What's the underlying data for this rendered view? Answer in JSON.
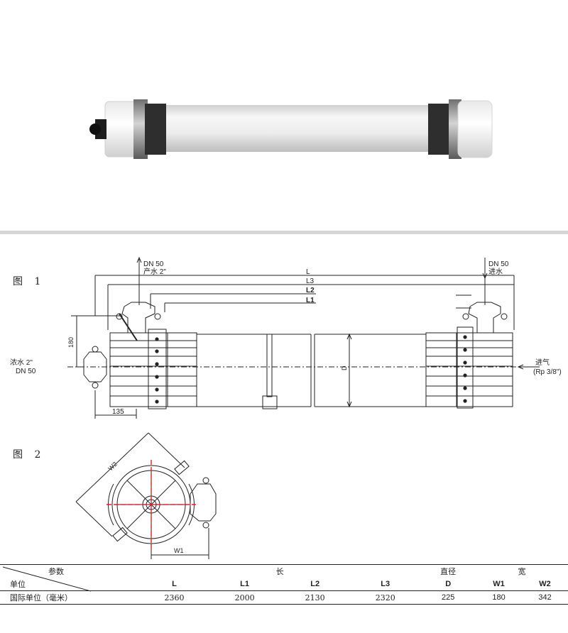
{
  "figures": {
    "fig1": "图 1",
    "fig2": "图 2"
  },
  "fig1": {
    "permeate_line1": "DN 50",
    "permeate_line2": "产水  2\"",
    "feed_line1": "DN 50",
    "feed_line2": "进水",
    "concentrate_line1": "浓水  2\"",
    "concentrate_line2": "DN 50",
    "air_line1": "进气",
    "air_line2": "(Rp 3/8\")",
    "dim_L": "L",
    "dim_L3": "L3",
    "dim_L2": "L2",
    "dim_L1": "L1",
    "dim_180": "180",
    "dim_135": "135",
    "dim_D": "D"
  },
  "fig2": {
    "dim_W2": "W2",
    "dim_W1": "W1"
  },
  "table": {
    "header_param": "参数",
    "header_unit": "单位",
    "group_length": "长",
    "group_diameter": "直径",
    "group_width": "宽",
    "columns": [
      "L",
      "L1",
      "L2",
      "L3",
      "D",
      "W1",
      "W2"
    ],
    "row_label": "国际单位（毫米）",
    "values": [
      "2360",
      "2000",
      "2130",
      "2320",
      "225",
      "180",
      "342"
    ]
  },
  "colors": {
    "tube": "#eeeeee",
    "clamp": "#9a9a9a",
    "cap": "#2b2b2b",
    "line": "#222222",
    "accent": "#e02020"
  }
}
